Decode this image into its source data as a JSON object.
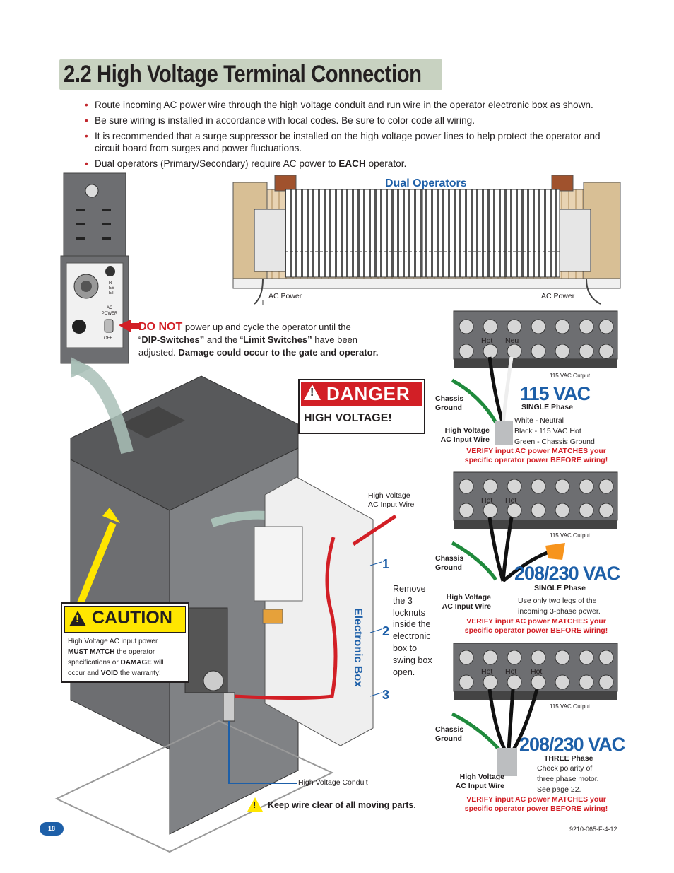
{
  "title": "2.2 High Voltage Terminal Connection",
  "bullets": [
    {
      "text": "Route incoming AC power wire through the high voltage conduit and run wire in the operator electronic box as shown."
    },
    {
      "text": "Be sure wiring is installed in accordance with local codes. Be sure to color code all wiring."
    },
    {
      "text": "It is recommended that a surge suppressor be installed on the high voltage power lines to help protect the operator and circuit board from surges and power fluctuations."
    },
    {
      "pre": "Dual operators (Primary/Secondary) require AC power to ",
      "bold": "EACH",
      "post": " operator."
    }
  ],
  "dual_operators": {
    "label": "Dual Operators",
    "ac_power_left": "AC Power",
    "ac_power_right": "AC Power"
  },
  "control_panel": {
    "reset": "RESET",
    "ac_power": "AC POWER",
    "off": "OFF"
  },
  "do_not": {
    "label": "DO NOT",
    "line1": "power up and cycle the operator until the",
    "q1": "“",
    "dip": "DIP-Switches”",
    "and": " and the “",
    "limit": "Limit Switches”",
    "have": " have been",
    "adjusted": "adjusted. ",
    "damage": "Damage could occur to the gate and operator."
  },
  "danger": {
    "label": "DANGER",
    "sub": "HIGH VOLTAGE!"
  },
  "caution": {
    "label": "CAUTION",
    "t1": "High Voltage AC input power",
    "must": "MUST MATCH",
    "t2": " the operator",
    "t3": "specifications or ",
    "damage": "DAMAGE",
    "t4": " will",
    "t5": "occur and ",
    "void": "VOID",
    "t6": " the warranty!"
  },
  "electronic_box": {
    "label": "Electronic Box",
    "steps": [
      "1",
      "2",
      "3"
    ],
    "remove": [
      "Remove",
      "the 3",
      "locknuts",
      "inside the",
      "electronic",
      "box to",
      "swing box",
      "open."
    ]
  },
  "hv_input_label": [
    "High Voltage",
    "AC Input Wire"
  ],
  "hv_conduit": "High Voltage Conduit",
  "keep_clear": "Keep wire clear of all moving parts.",
  "wiring": [
    {
      "voltage": "115 VAC",
      "terminals": [
        "Hot",
        "Neu"
      ],
      "output": "115 VAC Output",
      "phase": "SINGLE Phase",
      "notes": [
        "White - Neutral",
        "Black - 115 VAC Hot",
        "Green - Chassis Ground"
      ]
    },
    {
      "voltage": "208/230 VAC",
      "terminals": [
        "Hot",
        "Hot"
      ],
      "output": "115 VAC Output",
      "phase": "SINGLE Phase",
      "notes": [
        "Use only two legs of the",
        "incoming 3-phase power."
      ]
    },
    {
      "voltage": "208/230 VAC",
      "terminals": [
        "Hot",
        "Hot",
        "Hot"
      ],
      "output": "115 VAC Output",
      "phase": "THREE Phase",
      "notes": [
        "Check polarity of",
        "three phase motor.",
        "See page 22."
      ]
    }
  ],
  "chassis_ground": [
    "Chassis",
    "Ground"
  ],
  "verify": [
    "VERIFY input AC power MATCHES your",
    "specific operator power BEFORE wiring!"
  ],
  "page_number": "18",
  "doc_code": "9210-065-F-4-12",
  "colors": {
    "title_bg": "#c8d2c1",
    "blue": "#1d5fa8",
    "red": "#d21f26",
    "danger_red": "#d21f26",
    "caution_yellow": "#ffe600",
    "housing": "#6d6e71"
  }
}
